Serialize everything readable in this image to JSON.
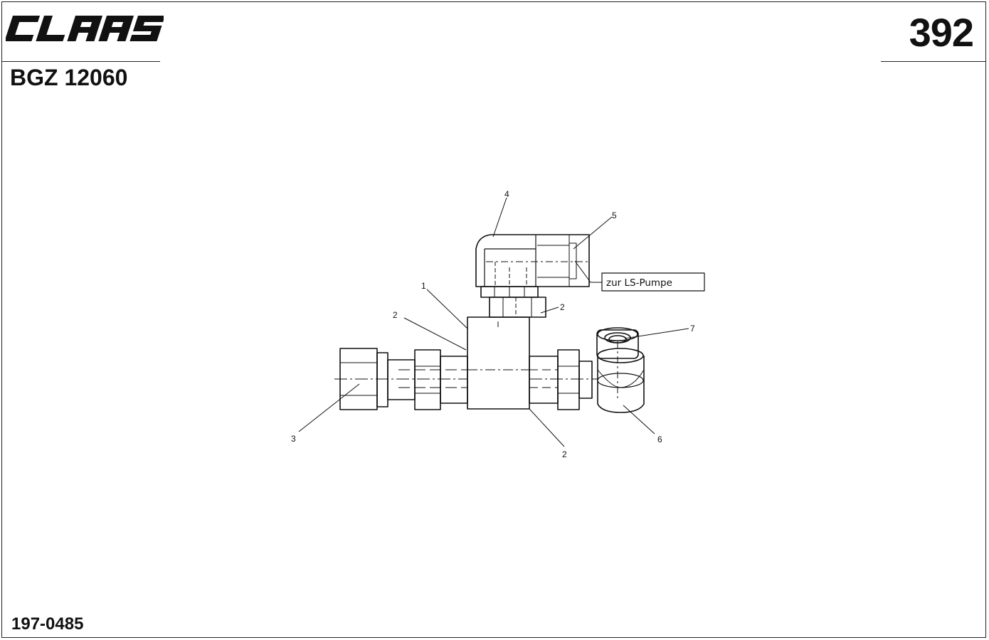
{
  "header": {
    "brand": "CLAAS",
    "page_number": "392",
    "doc_code": "BGZ 12060"
  },
  "footer": {
    "ref_number": "197-0485"
  },
  "diagram": {
    "callouts": [
      "1",
      "2",
      "2",
      "2",
      "3",
      "4",
      "5",
      "6",
      "7"
    ],
    "note": "zur LS-Pumpe"
  }
}
